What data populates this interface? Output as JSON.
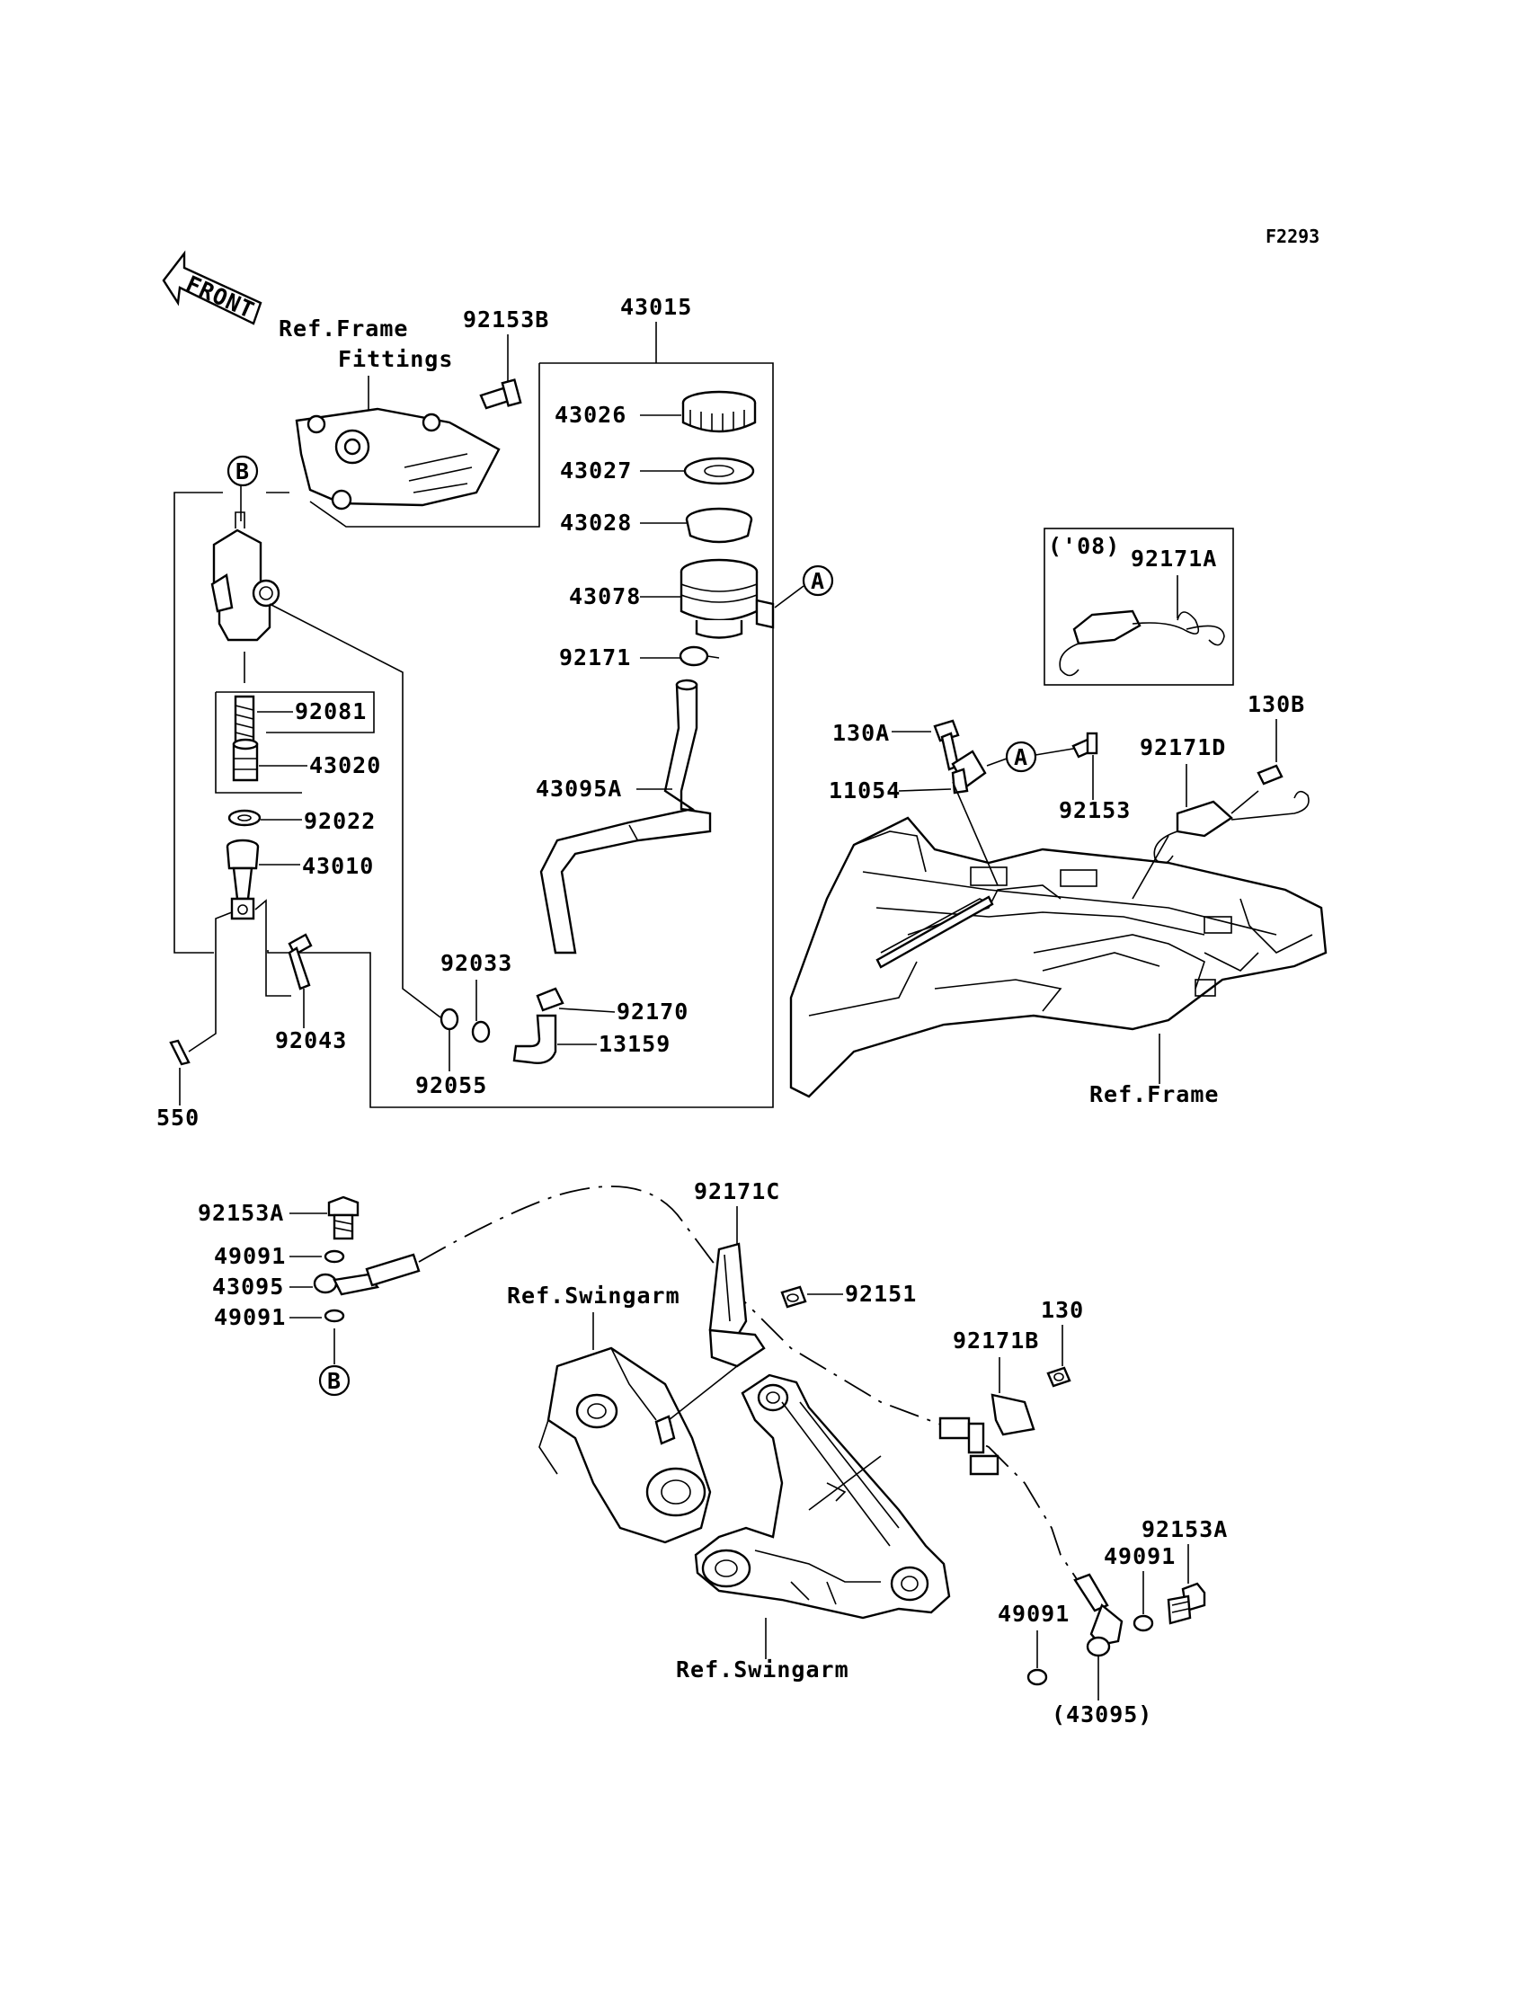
{
  "diagram_code": "F2293",
  "front_label": "FRONT",
  "refs": {
    "frame_fittings_line1": "Ref.Frame",
    "frame_fittings_line2": "Fittings",
    "frame": "Ref.Frame",
    "swingarm_1": "Ref.Swingarm",
    "swingarm_2": "Ref.Swingarm"
  },
  "callouts": {
    "a1": "A",
    "a2": "A",
    "b1": "B",
    "b2": "B"
  },
  "year_note": "('08)",
  "parts": {
    "p92153B": "92153B",
    "p43015": "43015",
    "p43026": "43026",
    "p43027": "43027",
    "p43028": "43028",
    "p43078": "43078",
    "p92171": "92171",
    "p92081": "92081",
    "p43020": "43020",
    "p43095A": "43095A",
    "p92022": "92022",
    "p43010": "43010",
    "p92033": "92033",
    "p92170": "92170",
    "p13159": "13159",
    "p92043": "92043",
    "p92055": "92055",
    "p550": "550",
    "p92171A": "92171A",
    "p130A": "130A",
    "p11054": "11054",
    "p92153": "92153",
    "p130B": "130B",
    "p92171D": "92171D",
    "p92153A_1": "92153A",
    "p49091_1": "49091",
    "p43095": "43095",
    "p49091_2": "49091",
    "p92171C": "92171C",
    "p92151": "92151",
    "p130": "130",
    "p92171B": "92171B",
    "p92153A_2": "92153A",
    "p49091_3": "49091",
    "p49091_4": "49091",
    "p43095_paren": "(43095)"
  }
}
